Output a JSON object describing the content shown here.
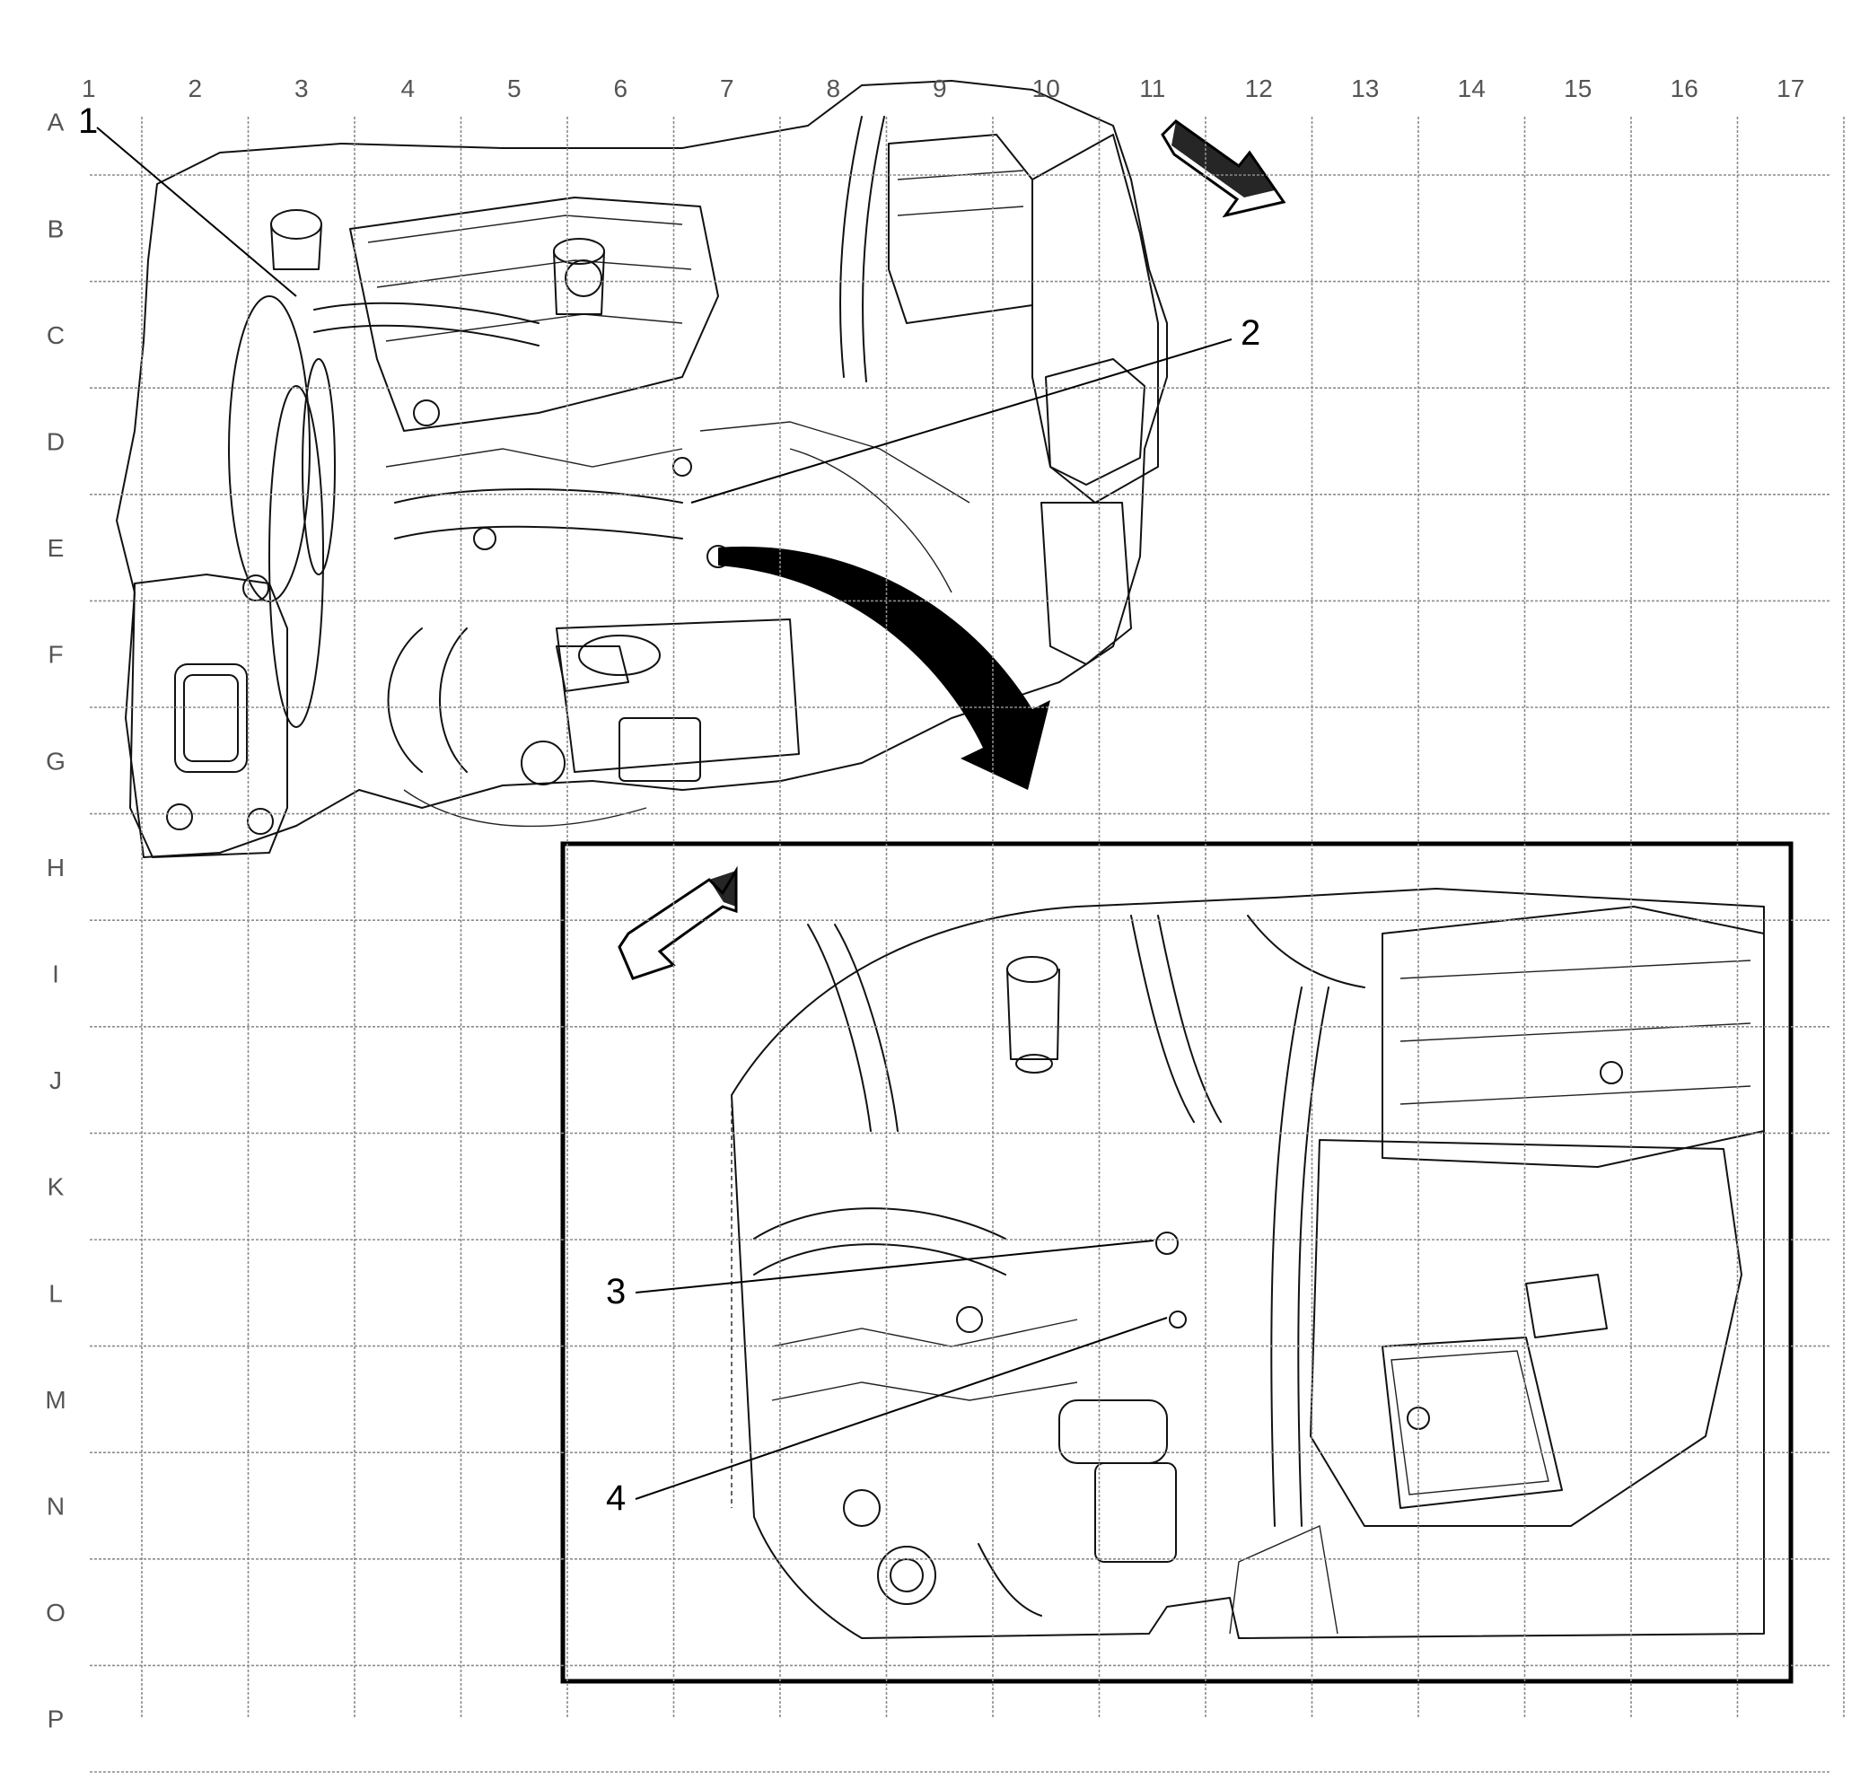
{
  "grid": {
    "columns": [
      "1",
      "2",
      "3",
      "4",
      "5",
      "6",
      "7",
      "8",
      "9",
      "10",
      "11",
      "12",
      "13",
      "14",
      "15",
      "16",
      "17"
    ],
    "rows": [
      "A",
      "B",
      "C",
      "D",
      "E",
      "F",
      "G",
      "H",
      "I",
      "J",
      "K",
      "L",
      "M",
      "N",
      "O",
      "P"
    ]
  },
  "callouts": [
    "1",
    "2",
    "3",
    "4"
  ],
  "icons": {
    "direction_arrow_main": "forward-direction-arrow-icon",
    "direction_arrow_inset": "forward-direction-arrow-icon",
    "view_transition_arrow": "curved-zoom-arrow-icon"
  },
  "colors": {
    "line_art": "#111111",
    "grid": "#8c8c8c",
    "background": "#ffffff"
  }
}
